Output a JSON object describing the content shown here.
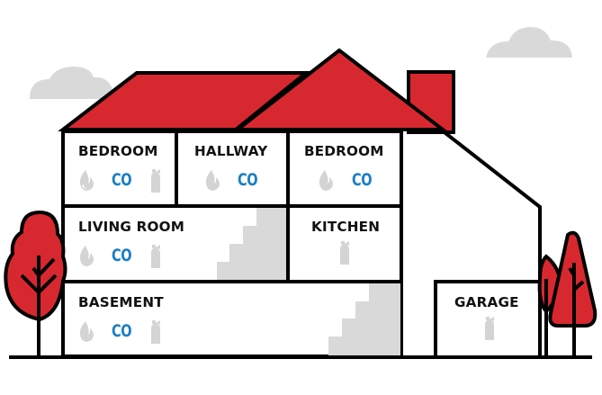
{
  "colors": {
    "roof": "#d72830",
    "outline": "#000000",
    "cloud": "#d9d9d9",
    "stairs": "#d9d9d9",
    "icon_gray": "#d4d4d4",
    "co_blue": "#1a7fc4",
    "tree": "#d72830"
  },
  "rooms": [
    {
      "id": "bedroom-1",
      "label": "BEDROOM",
      "smoke": true,
      "co": "CO",
      "fire_extinguisher": true
    },
    {
      "id": "hallway",
      "label": "HALLWAY",
      "smoke": true,
      "co": "CO",
      "fire_extinguisher": false
    },
    {
      "id": "bedroom-2",
      "label": "BEDROOM",
      "smoke": true,
      "co": "CO",
      "fire_extinguisher": false
    },
    {
      "id": "living-room",
      "label": "LIVING ROOM",
      "smoke": true,
      "co": "CO",
      "fire_extinguisher": true
    },
    {
      "id": "kitchen",
      "label": "KITCHEN",
      "smoke": false,
      "co": null,
      "fire_extinguisher": true
    },
    {
      "id": "basement",
      "label": "BASEMENT",
      "smoke": true,
      "co": "CO",
      "fire_extinguisher": true
    },
    {
      "id": "garage",
      "label": "GARAGE",
      "smoke": false,
      "co": null,
      "fire_extinguisher": true
    }
  ],
  "icons": {
    "smoke": "flame-icon",
    "fire_extinguisher": "fire-extinguisher-icon",
    "co": "carbon-monoxide-label"
  }
}
